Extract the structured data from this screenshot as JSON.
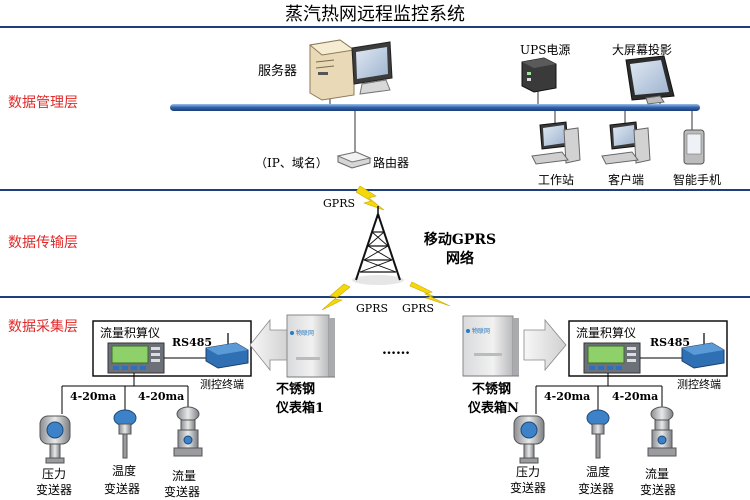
{
  "title": "蒸汽热网远程监控系统",
  "layers": {
    "management": "数据管理层",
    "transmission": "数据传输层",
    "collection": "数据采集层"
  },
  "nodes": {
    "server": "服务器",
    "ups": "UPS电源",
    "projector": "大屏幕投影",
    "router": "路由器",
    "router_note": "（IP、域名）",
    "workstation": "工作站",
    "client": "客户端",
    "phone": "智能手机",
    "gprs_top": "GPRS",
    "tower_line1": "移动GPRS",
    "tower_line2": "网络",
    "gprs_left": "GPRS",
    "gprs_right": "GPRS",
    "ellipsis": "……"
  },
  "left_station": {
    "box_title": "流量积算仪",
    "rs485": "RS485",
    "terminal": "测控终端",
    "signal_a": "4-20ma",
    "signal_b": "4-20ma",
    "cabinet_line1": "不锈钢",
    "cabinet_line2": "仪表箱1",
    "cabinet_brand": "物联网",
    "sensor_pressure_1": "压力",
    "sensor_pressure_2": "变送器",
    "sensor_temp_1": "温度",
    "sensor_temp_2": "变送器",
    "sensor_flow_1": "流量",
    "sensor_flow_2": "变送器"
  },
  "right_station": {
    "box_title": "流量积算仪",
    "rs485": "RS485",
    "terminal": "测控终端",
    "signal_a": "4-20ma",
    "signal_b": "4-20ma",
    "cabinet_line1": "不锈钢",
    "cabinet_line2": "仪表箱N",
    "cabinet_brand": "物联网",
    "sensor_pressure_1": "压力",
    "sensor_pressure_2": "变送器",
    "sensor_temp_1": "温度",
    "sensor_temp_2": "变送器",
    "sensor_flow_1": "流量",
    "sensor_flow_2": "变送器"
  },
  "colors": {
    "divider": "#1f3f7a",
    "layer_label": "#e0292a",
    "bus": "#2f5fa8",
    "lightning": "#f5d80a"
  }
}
